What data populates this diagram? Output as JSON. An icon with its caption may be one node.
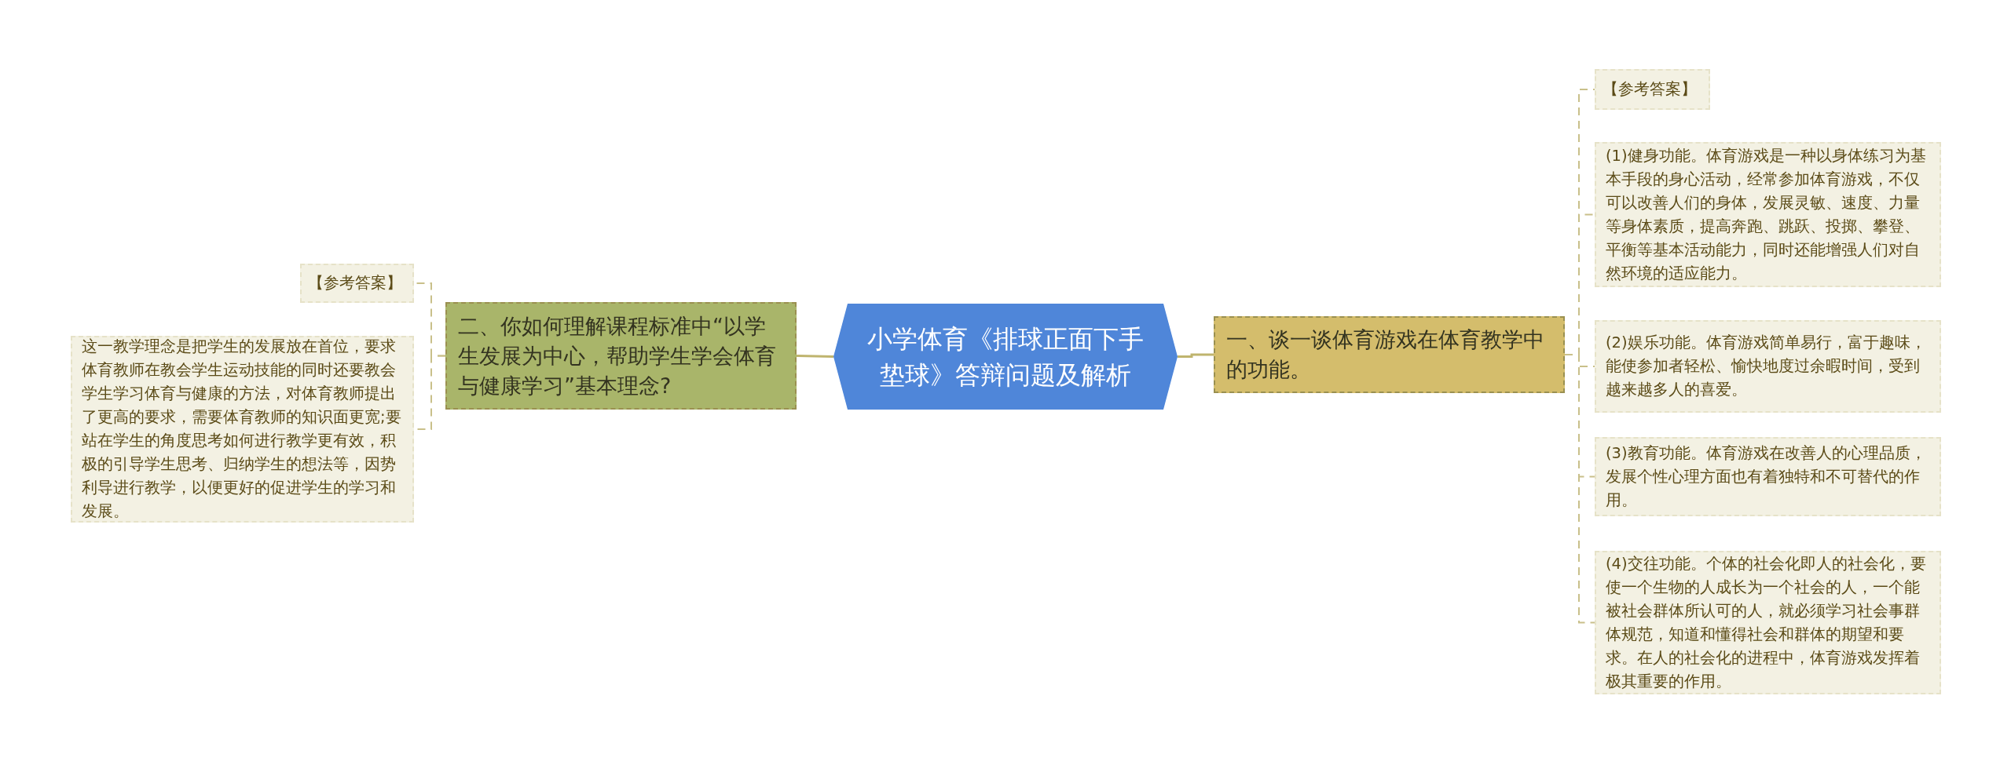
{
  "diagram": {
    "nodes": [
      {
        "text": [
          "小学体育《排球正面下手垫球》答辩问题及解析"
        ]
      },
      {
        "text": [
          "一、谈一谈体育游戏在体育教学中的功能。"
        ]
      },
      {
        "text": [
          "二、你如何理解课程标准中“以学生发展为中心，帮助学生学会体育与健康学习”基本理念?"
        ]
      },
      {
        "text": [
          "【参考答案】"
        ]
      },
      {
        "text": [
          "(1)健身功能。体育游戏是一种以身体练习为基本手段的身心活动，经常参加体育游戏，不仅可以改善人们的身体，发展灵敏、速度、力量等身体素质，提高奔跑、跳跃、投掷、攀登、平衡等基本活动能力，同时还能增强人们对自然环境的适应能力。"
        ]
      },
      {
        "text": [
          "(2)娱乐功能。体育游戏简单易行，富于趣味，能使参加者轻松、愉快地度过余暇时间，受到越来越多人的喜爱。"
        ]
      },
      {
        "text": [
          "(3)教育功能。体育游戏在改善人的心理品质，发展个性心理方面也有着独特和不可替代的作用。"
        ]
      },
      {
        "text": [
          "(4)交往功能。个体的社会化即人的社会化，要使一个生物的人成长为一个社会的人，一个能被社会群体所认可的人，就必须学习社会事群体规范，知道和懂得社会和群体的期望和要求。在人的社会化的进程中，体育游戏发挥着极其重要的作用。"
        ]
      },
      {
        "text": [
          "【参考答案】"
        ]
      },
      {
        "text": [
          "这一教学理念是把学生的发展放在首位，要求体育教师在教会学生运动技能的同时还要教会学生学习体育与健康的方法，对体育教师提出了更高的要求，需要体育教师的知识面更宽;要站在学生的角度思考如何进行教学更有效，积极的引导学生思考、归纳学生的想法等，因势利导进行教学，以便更好的促进学生的学习和发展。"
        ]
      }
    ],
    "edges": [
      {
        "from": 0,
        "to": 1,
        "arrow": "none"
      },
      {
        "from": 0,
        "to": 2,
        "arrow": "none"
      },
      {
        "from": 1,
        "to": 3,
        "arrow": "none",
        "style": "dashed"
      },
      {
        "from": 1,
        "to": 4,
        "arrow": "none",
        "style": "dashed"
      },
      {
        "from": 1,
        "to": 5,
        "arrow": "none",
        "style": "dashed"
      },
      {
        "from": 1,
        "to": 6,
        "arrow": "none",
        "style": "dashed"
      },
      {
        "from": 1,
        "to": 7,
        "arrow": "none",
        "style": "dashed"
      },
      {
        "from": 2,
        "to": 8,
        "arrow": "none",
        "style": "dashed"
      },
      {
        "from": 2,
        "to": 9,
        "arrow": "none",
        "style": "dashed"
      }
    ]
  }
}
